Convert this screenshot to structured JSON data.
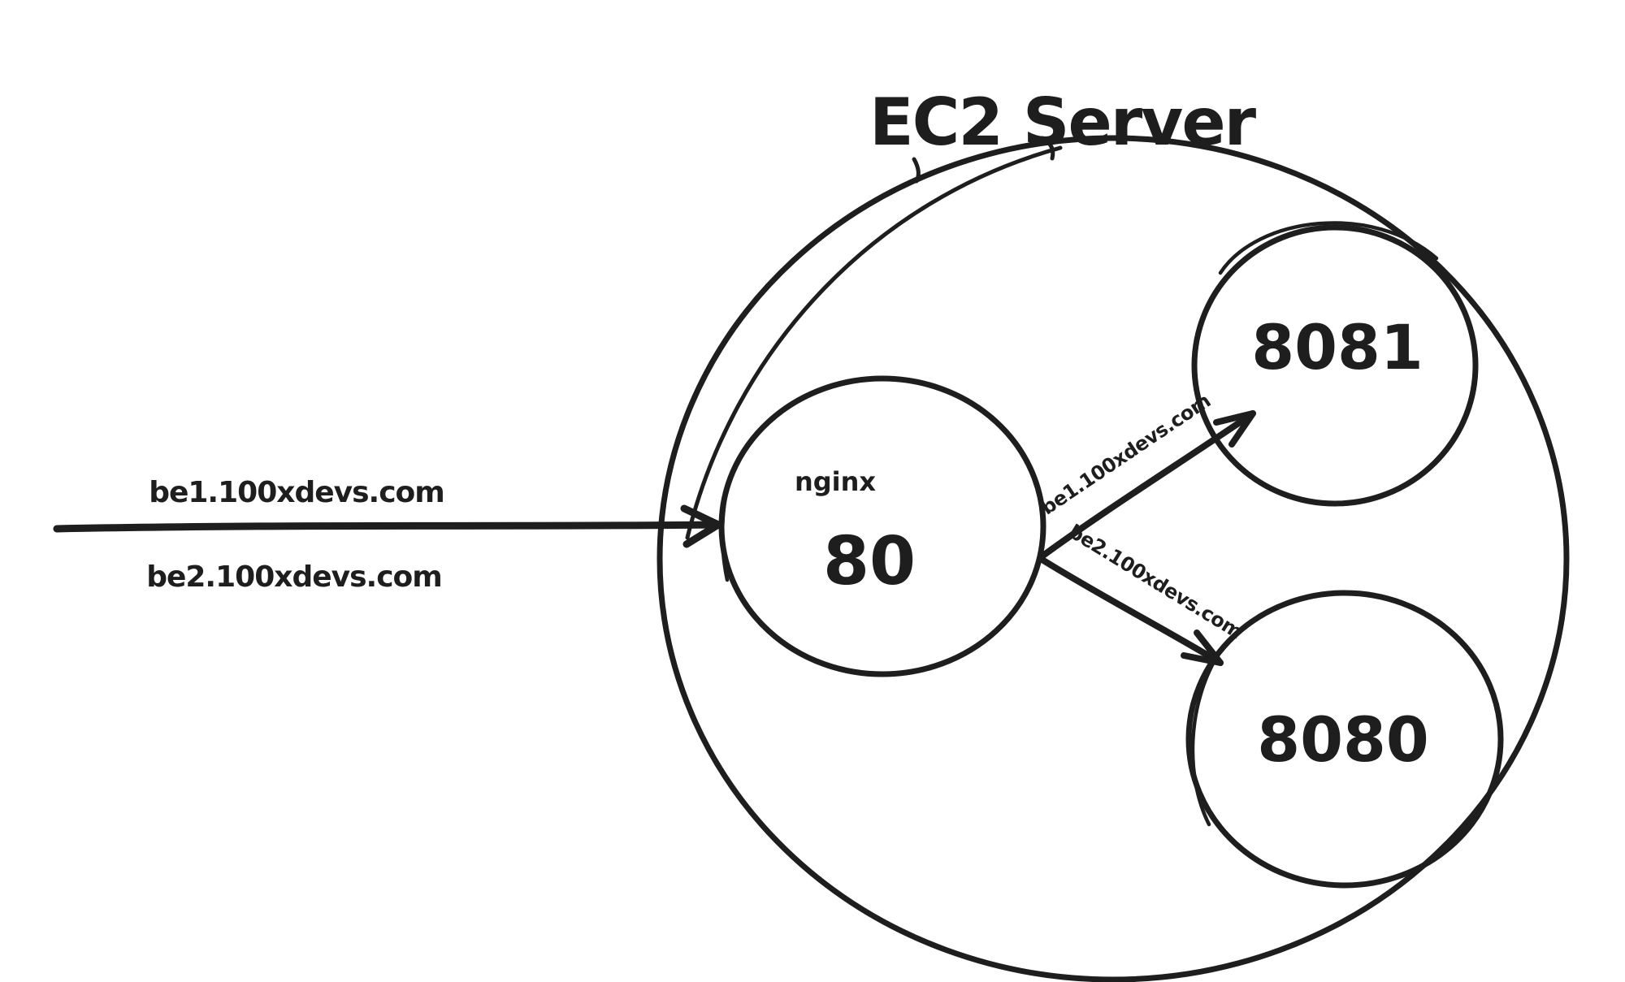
{
  "diagram": {
    "title": "EC2 Server",
    "incoming_request": {
      "domain_top": "be1.100xdevs.com",
      "domain_bottom": "be2.100xdevs.com"
    },
    "nginx_node": {
      "label": "nginx",
      "port": "80"
    },
    "backend_nodes": [
      {
        "port": "8081",
        "route_label": "be1.100xdevs.com"
      },
      {
        "port": "8080",
        "route_label": "be2.100xdevs.com"
      }
    ],
    "colors": {
      "ink": "#1e1e1e",
      "background": "#ffffff"
    }
  }
}
